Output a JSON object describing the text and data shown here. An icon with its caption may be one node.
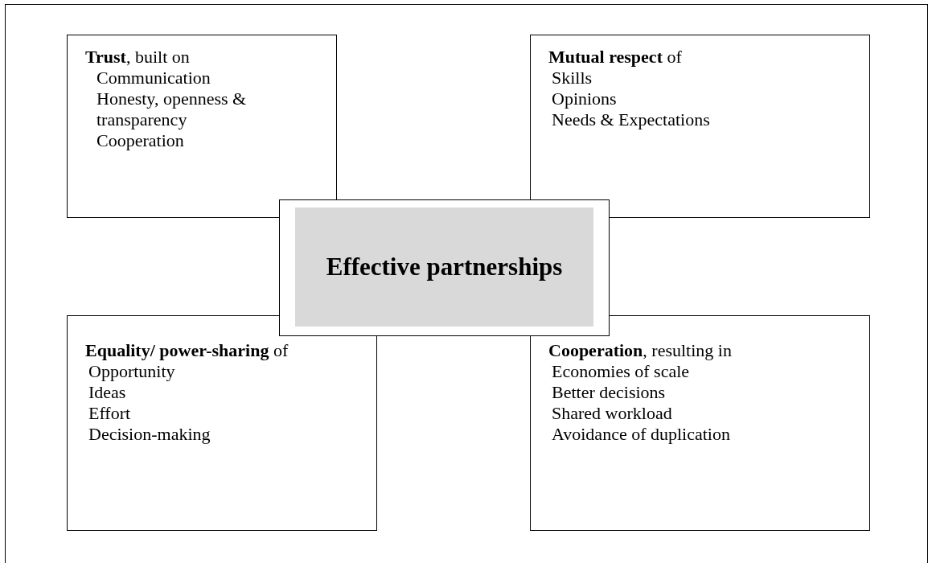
{
  "diagram": {
    "nodes": [
      {
        "text": [
          "**Trust**, built on",
          "Communication",
          "Honesty, openness & transparency",
          "Cooperation"
        ]
      },
      {
        "text": [
          "**Mutual respect** of",
          "Skills",
          "Opinions",
          "Needs & Expectations"
        ]
      },
      {
        "text": [
          "**Equality/ power-sharing** of",
          "Opportunity",
          "Ideas",
          "Effort",
          "Decision-making"
        ]
      },
      {
        "text": [
          "**Cooperation**, resulting in",
          "Economies of scale",
          "Better decisions",
          "Shared workload",
          "Avoidance of duplication"
        ]
      },
      {
        "text": [
          "Effective partnerships"
        ]
      }
    ],
    "edges": []
  }
}
